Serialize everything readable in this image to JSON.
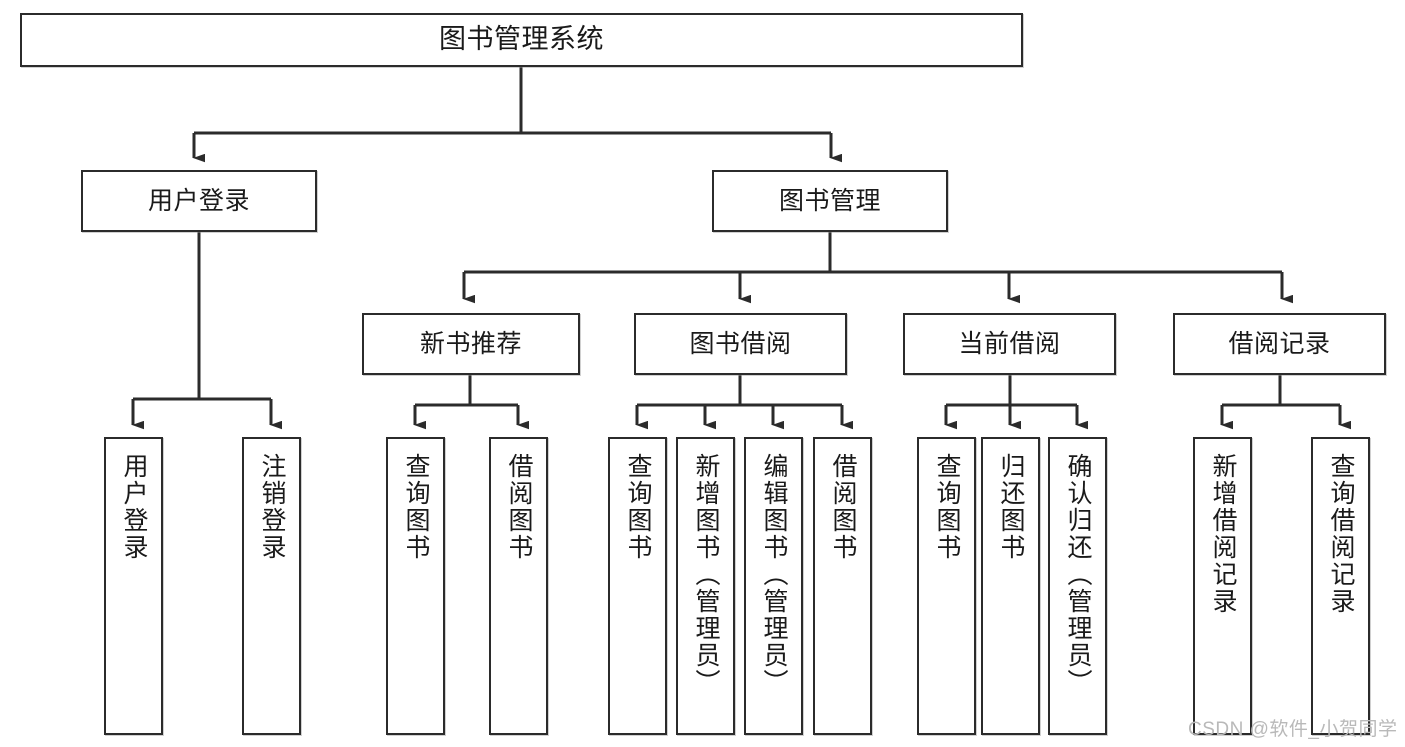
{
  "diagram": {
    "type": "tree",
    "title": "图书管理系统",
    "root": {
      "id": "root",
      "label": "图书管理系统"
    },
    "level2": [
      {
        "id": "user-login",
        "label": "用户登录"
      },
      {
        "id": "book-manage",
        "label": "图书管理"
      }
    ],
    "level3": [
      {
        "id": "new-book-recommend",
        "label": "新书推荐",
        "parent": "book-manage"
      },
      {
        "id": "book-borrow",
        "label": "图书借阅",
        "parent": "book-manage"
      },
      {
        "id": "current-borrow",
        "label": "当前借阅",
        "parent": "book-manage"
      },
      {
        "id": "borrow-record",
        "label": "借阅记录",
        "parent": "book-manage"
      }
    ],
    "leaves": {
      "user_login": [
        {
          "id": "leaf-user-login",
          "label": "用户登录"
        },
        {
          "id": "leaf-logout",
          "label": "注销登录"
        }
      ],
      "new_book_recommend": [
        {
          "id": "leaf-query-book-1",
          "label": "查询图书"
        },
        {
          "id": "leaf-borrow-book-1",
          "label": "借阅图书"
        }
      ],
      "book_borrow": [
        {
          "id": "leaf-query-book-2",
          "label": "查询图书"
        },
        {
          "id": "leaf-add-book",
          "label": "新增图书（管理员）"
        },
        {
          "id": "leaf-edit-book",
          "label": "编辑图书（管理员）"
        },
        {
          "id": "leaf-borrow-book-2",
          "label": "借阅图书"
        }
      ],
      "current_borrow": [
        {
          "id": "leaf-query-book-3",
          "label": "查询图书"
        },
        {
          "id": "leaf-return-book",
          "label": "归还图书"
        },
        {
          "id": "leaf-confirm-return",
          "label": "确认归还（管理员）"
        }
      ],
      "borrow_record": [
        {
          "id": "leaf-add-record",
          "label": "新增借阅记录"
        },
        {
          "id": "leaf-query-record",
          "label": "查询借阅记录"
        }
      ]
    },
    "watermark": "CSDN @软件_小贺同学",
    "colors": {
      "stroke": "#2b2b2b",
      "fill": "#ffffff",
      "text": "#1a1a1a",
      "watermark": "#b9b9b9"
    }
  }
}
